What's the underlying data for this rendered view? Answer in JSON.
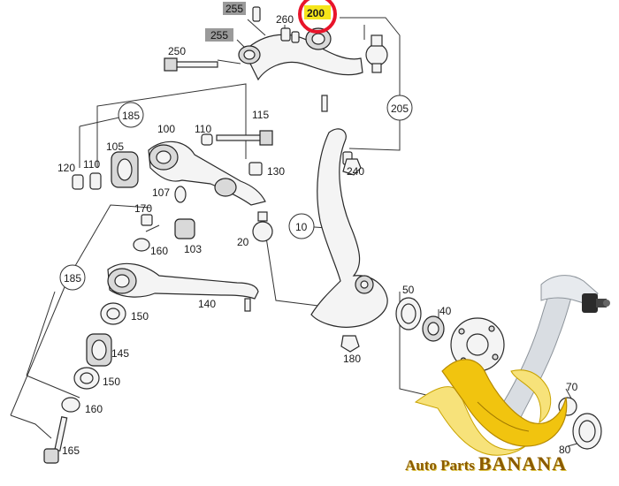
{
  "diagram": {
    "parts": {
      "p10": "10",
      "p20": "20",
      "p40": "40",
      "p50": "50",
      "p70": "70",
      "p80": "80",
      "p100": "100",
      "p103": "103",
      "p105": "105",
      "p107": "107",
      "p110a": "110",
      "p110b": "110",
      "p115": "115",
      "p120": "120",
      "p130": "130",
      "p140": "140",
      "p145": "145",
      "p150a": "150",
      "p150b": "150",
      "p160a": "160",
      "p160b": "160",
      "p165": "165",
      "p170": "170",
      "p180": "180",
      "p185a": "185",
      "p185b": "185",
      "p200": "200",
      "p205": "205",
      "p240": "240",
      "p250": "250",
      "p255a": "255",
      "p255b": "255",
      "p260": "260"
    },
    "highlight_color": "#e8142a",
    "highlight_fill": "#f5e51a"
  },
  "brand": {
    "prefix": "Auto Parts",
    "name": "BANANA",
    "colors": {
      "text": "#8a5a00",
      "banana": "#f1c40f",
      "banana_light": "#f7e27a"
    }
  }
}
